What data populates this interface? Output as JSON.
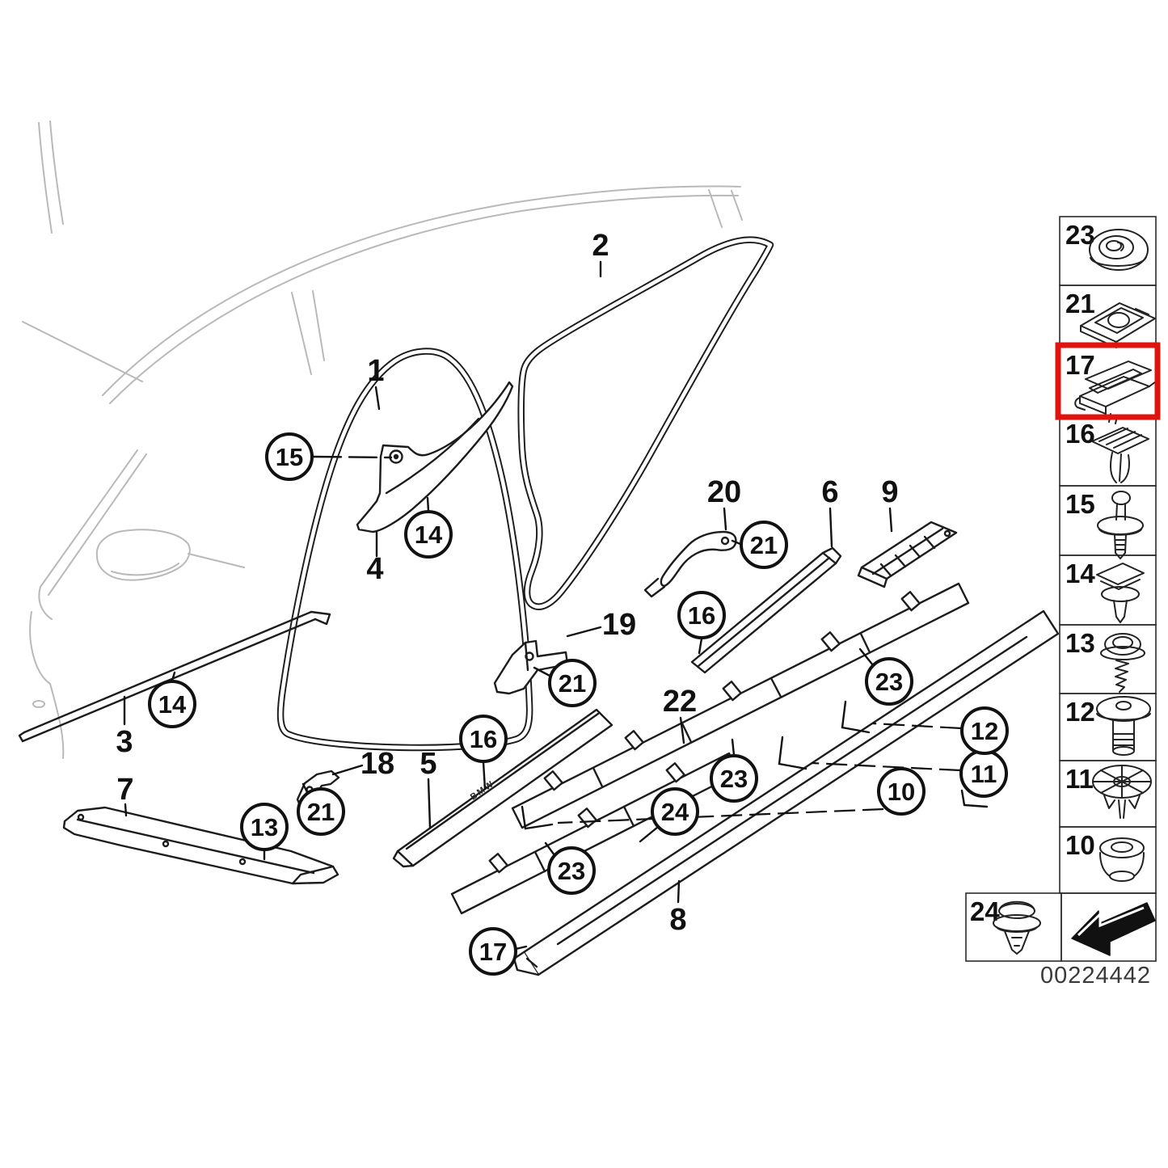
{
  "image_code": "00224442",
  "colors": {
    "highlight_red": "#e0140e",
    "line": "#1c1c1c",
    "faint": "#b9b9b9"
  },
  "diagram": {
    "sill_text": "BMW",
    "plain_labels": [
      {
        "label": "2"
      },
      {
        "label": "1"
      },
      {
        "label": "4"
      },
      {
        "label": "20"
      },
      {
        "label": "6"
      },
      {
        "label": "9"
      },
      {
        "label": "19"
      },
      {
        "label": "22"
      },
      {
        "label": "3"
      },
      {
        "label": "7"
      },
      {
        "label": "18"
      },
      {
        "label": "5"
      },
      {
        "label": "8"
      }
    ],
    "circled_labels": [
      {
        "label": "15"
      },
      {
        "label": "14"
      },
      {
        "label": "14"
      },
      {
        "label": "21"
      },
      {
        "label": "16"
      },
      {
        "label": "21"
      },
      {
        "label": "16"
      },
      {
        "label": "21"
      },
      {
        "label": "13"
      },
      {
        "label": "23"
      },
      {
        "label": "23"
      },
      {
        "label": "24"
      },
      {
        "label": "23"
      },
      {
        "label": "10"
      },
      {
        "label": "11"
      },
      {
        "label": "12"
      },
      {
        "label": "17"
      }
    ]
  },
  "sidebar": {
    "items": [
      {
        "number": "23",
        "icon": "grommet-plug-icon",
        "highlighted": false
      },
      {
        "number": "21",
        "icon": "cage-nut-clip-icon",
        "highlighted": false
      },
      {
        "number": "17",
        "icon": "sill-channel-clip-icon",
        "highlighted": true
      },
      {
        "number": "16",
        "icon": "expanding-rivet-icon",
        "highlighted": false
      },
      {
        "number": "15",
        "icon": "push-pin-rivet-icon",
        "highlighted": false
      },
      {
        "number": "14",
        "icon": "square-head-clip-icon",
        "highlighted": false
      },
      {
        "number": "13",
        "icon": "hex-washer-screw-icon",
        "highlighted": false
      },
      {
        "number": "12",
        "icon": "flat-head-bolt-icon",
        "highlighted": false
      },
      {
        "number": "11",
        "icon": "star-expansion-clip-icon",
        "highlighted": false
      },
      {
        "number": "10",
        "icon": "blind-plug-grommet-icon",
        "highlighted": false
      }
    ],
    "bottom_item": {
      "number": "24",
      "icon": "push-clip-icon"
    },
    "arrow_icon": "direction-arrow-icon"
  }
}
